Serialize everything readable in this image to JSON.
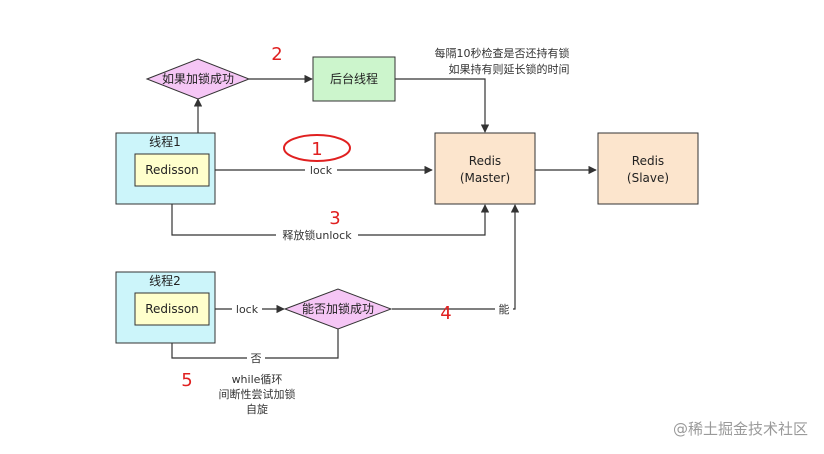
{
  "nodes": {
    "thread1": "线程1",
    "redisson1": "Redisson",
    "thread2": "线程2",
    "redisson2": "Redisson",
    "lock_success_top": "如果加锁成功",
    "background_thread": "后台线程",
    "redis_master_line1": "Redis",
    "redis_master_line2": "(Master)",
    "redis_slave_line1": "Redis",
    "redis_slave_line2": "(Slave)",
    "lock_success_bottom": "能否加锁成功"
  },
  "edge_labels": {
    "lock_top": "lock",
    "release_unlock": "释放锁unlock",
    "lock_bottom": "lock",
    "yes": "能",
    "no": "否"
  },
  "notes": {
    "watchdog_line1": "每隔10秒检查是否还持有锁",
    "watchdog_line2": "如果持有则延长锁的时间",
    "retry_line1": "while循环",
    "retry_line2": "间断性尝试加锁",
    "retry_line3": "自旋"
  },
  "step_numbers": [
    "1",
    "2",
    "3",
    "4",
    "5"
  ],
  "watermark": "@稀土掘金技术社区",
  "colors": {
    "thread_box": "#ccf5fa",
    "redisson_box": "#ffffcc",
    "diamond": "#f5c6f5",
    "background_thread": "#ccf5cc",
    "redis_box": "#fce5cd",
    "step_number": "#e02020",
    "line": "#333333"
  }
}
